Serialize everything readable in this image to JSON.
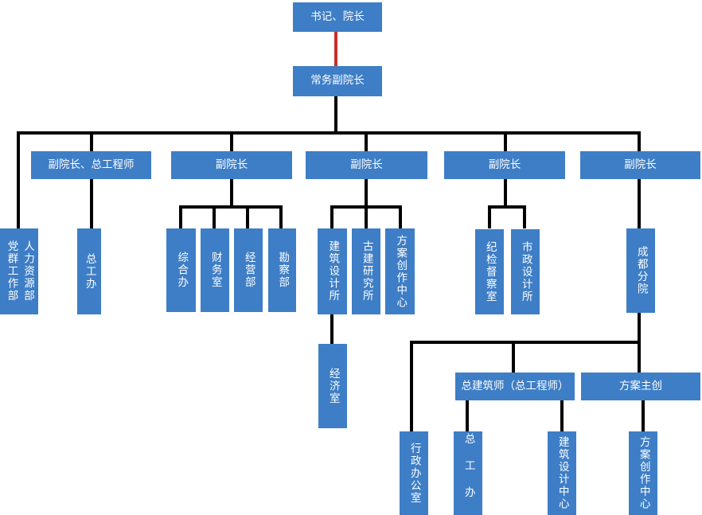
{
  "palette": {
    "box_blue": "#3e7ec6",
    "connector_black": "#000000",
    "connector_red": "#c5302b",
    "text_white": "#ffffff"
  },
  "labels": {
    "president": "书记、院长",
    "exec_vp": "常务副院长",
    "vp_chief_engineer": "副院长、总工程师",
    "vp_1": "副院长",
    "vp_2": "副院长",
    "vp_3": "副院长",
    "vp_4": "副院长",
    "party_mass_dept": "党群工作部",
    "hr_dept": "人力资源部",
    "chief_engineer_office": "总工办",
    "general_office": "综合办",
    "finance_office": "财务室",
    "operation_dept": "经营部",
    "survey_dept": "勘察部",
    "arch_design_institute": "建筑设计所",
    "ancient_arch_institute": "古建研究所",
    "scheme_creation_center": "方案创作中心",
    "discipline_inspection_office": "纪检督察室",
    "municipal_design_institute": "市政设计所",
    "chengdu_branch": "成都分院",
    "economy_office": "经济室",
    "chief_architect": "总建筑师（总工程师）",
    "scheme_lead": "方案主创",
    "admin_office": "行政办公室",
    "branch_chief_engineer_office": "总工办",
    "arch_design_center": "建筑设计中心",
    "branch_scheme_creation_center": "方案创作中心"
  }
}
